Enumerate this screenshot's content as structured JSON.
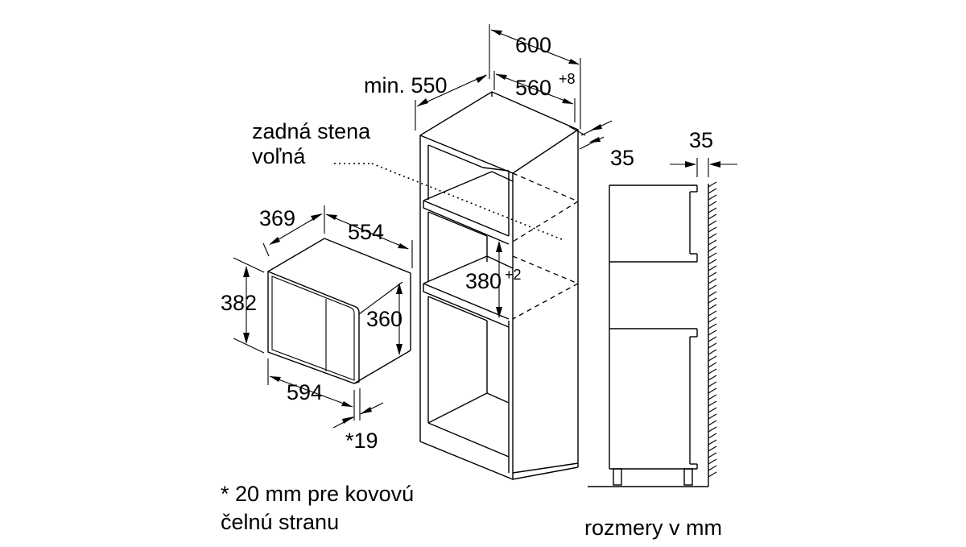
{
  "microwave": {
    "depth": "369",
    "width_top": "554",
    "height_outer": "382",
    "height_inner": "360",
    "width_front": "594",
    "front_depth": "*19"
  },
  "cabinet": {
    "width": "600",
    "min_depth": "min. 550",
    "inner_width": "560",
    "inner_width_tol": "+8",
    "back_gap": "35",
    "niche_height": "380",
    "niche_height_tol": "+2"
  },
  "side_view": {
    "wall_gap": "35"
  },
  "notes": {
    "back_wall_line1": "zadná stena",
    "back_wall_line2": "voľná",
    "footnote_line1": "* 20 mm pre kovovú",
    "footnote_line2": "čelnú stranu",
    "units": "rozmery v mm"
  }
}
